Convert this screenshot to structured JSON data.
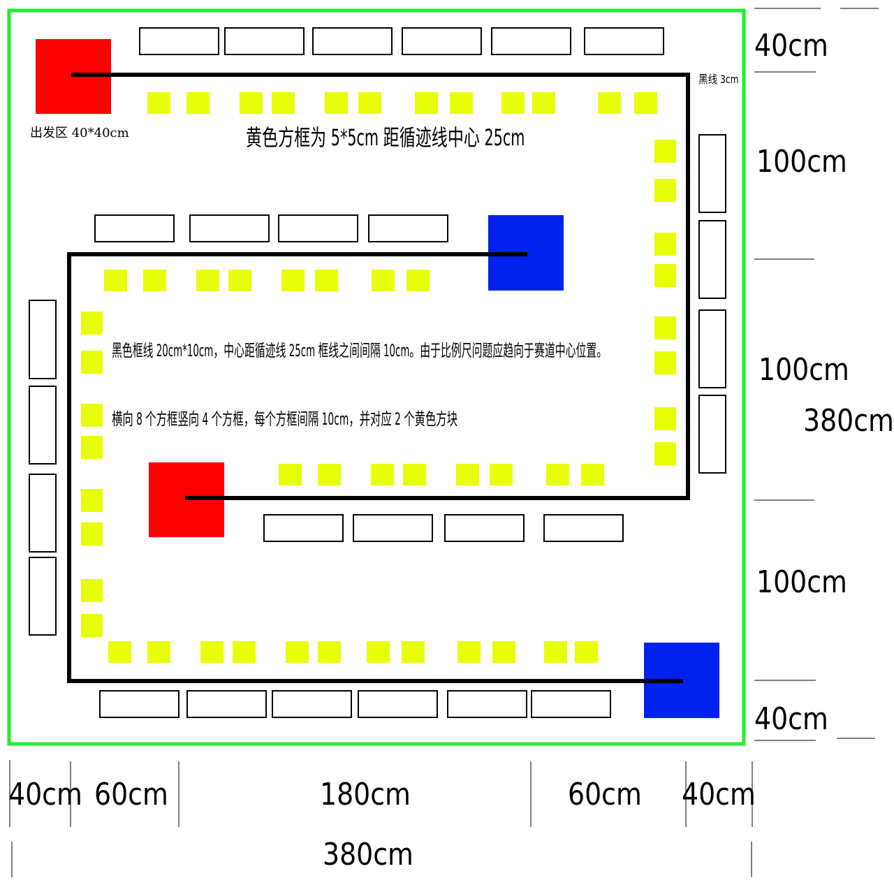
{
  "colors": {
    "field_border": "#22ee33",
    "start_zone": "#ff0000",
    "end_zone": "#0022ee",
    "yellow_marker": "#e8ff0a",
    "track_line": "#000000",
    "frame_box": "#000000"
  },
  "notes": {
    "start_zone_label": "出发区 40*40cm",
    "black_line_label": "黑线 3cm",
    "yellow_note": "黄色方框为 5*5cm 距循迹线中心 25cm",
    "frame_note": "黑色框线 20cm*10cm，中心距循迹线 25cm 框线之间间隔 10cm。由于比例尺问题应趋向于赛道中心位置。",
    "count_note": "横向 8 个方框竖向 4 个方框，每个方框间隔 10cm，并对应 2 个黄色方块"
  },
  "dimensions": {
    "right": [
      "40cm",
      "100cm",
      "100cm",
      "380cm",
      "100cm",
      "40cm"
    ],
    "bottom": [
      "40cm",
      "60cm",
      "180cm",
      "60cm",
      "40cm"
    ],
    "bottom_total": "380cm"
  }
}
